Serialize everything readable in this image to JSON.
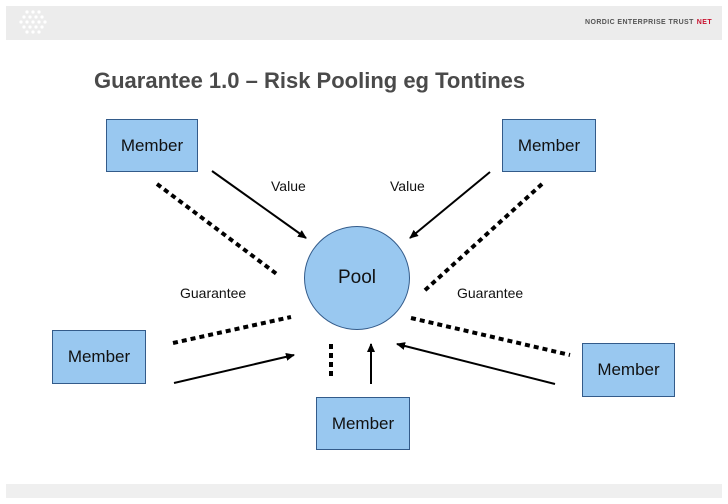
{
  "header": {
    "brand_text": "NORDIC ENTERPRISE TRUST",
    "brand_accent": "NET",
    "logo_icon": "dot-grid-logo-icon"
  },
  "title": "Guarantee 1.0 – Risk Pooling eg Tontines",
  "diagram": {
    "center_node": "Pool",
    "members": [
      {
        "label": "Member"
      },
      {
        "label": "Member"
      },
      {
        "label": "Member"
      },
      {
        "label": "Member"
      },
      {
        "label": "Member"
      }
    ],
    "edge_labels": {
      "value_left": "Value",
      "value_right": "Value",
      "guarantee_left": "Guarantee",
      "guarantee_right": "Guarantee"
    }
  },
  "colors": {
    "node_fill": "#99c8f0",
    "node_border": "#335b8a",
    "brand_accent": "#c8102e",
    "title_text": "#4a4a4a"
  }
}
